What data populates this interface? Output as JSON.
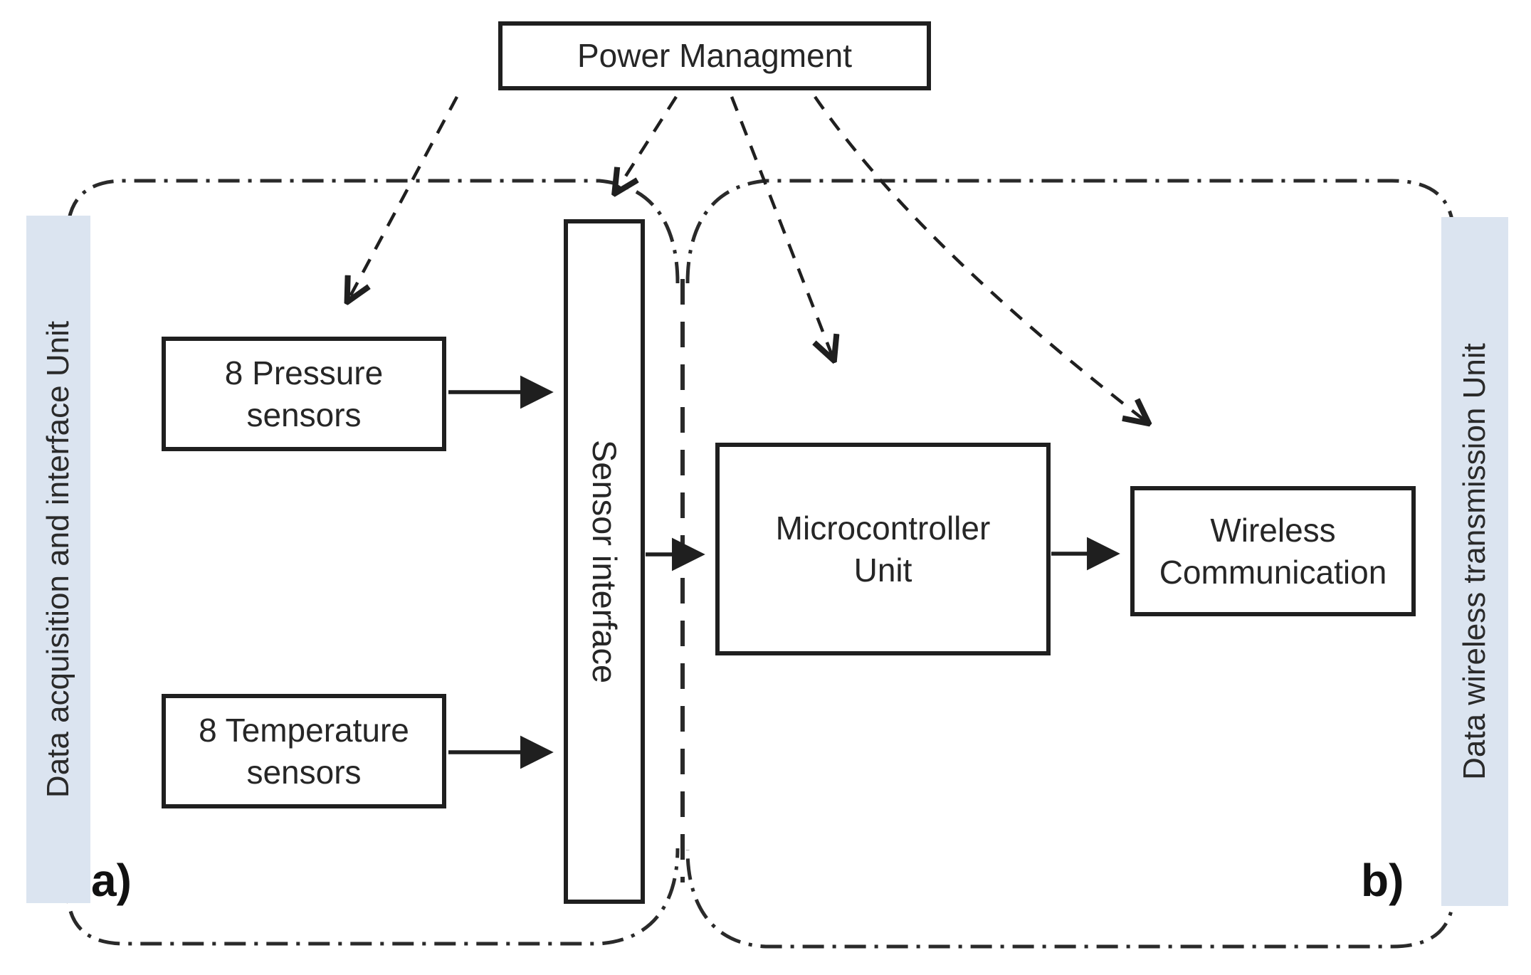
{
  "diagram": {
    "boxes": {
      "power": {
        "label": "Power Managment"
      },
      "pressure": {
        "lines": [
          "8 Pressure",
          "sensors"
        ]
      },
      "temperature": {
        "lines": [
          "8 Temperature",
          "sensors"
        ]
      },
      "sensor_interface": {
        "label": "Sensor interface"
      },
      "mcu": {
        "lines": [
          "Microcontroller",
          "Unit"
        ]
      },
      "wireless": {
        "lines": [
          "Wireless",
          "Communication"
        ]
      }
    },
    "strips": {
      "left": {
        "label": "Data acquisition and interface Unit"
      },
      "right": {
        "label": "Data wireless transmission Unit"
      }
    },
    "sections": {
      "a": "a)",
      "b": "b)"
    },
    "colors": {
      "strip_fill": "#dbe4f0",
      "stroke": "#1f1f1f",
      "background": "#ffffff"
    }
  }
}
